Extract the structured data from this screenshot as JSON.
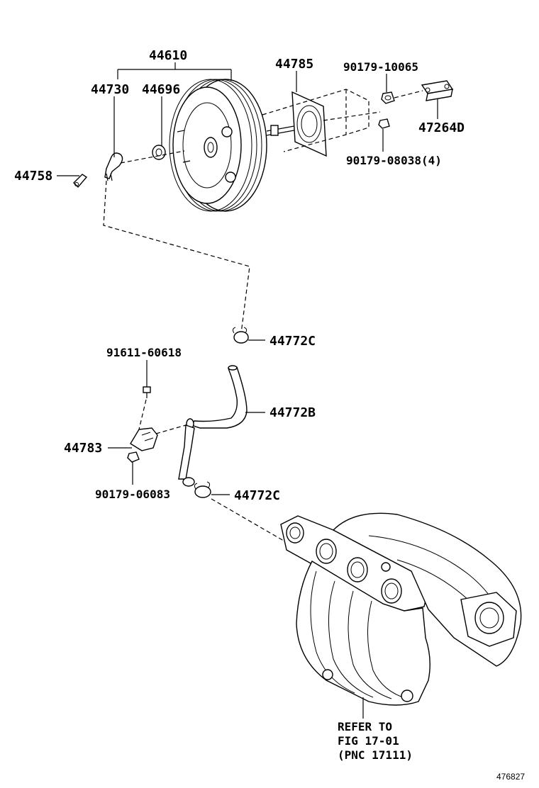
{
  "labels": {
    "p44610": "44610",
    "p44730": "44730",
    "p44696": "44696",
    "p44785": "44785",
    "p90179_10065": "90179-10065",
    "p47264D": "47264D",
    "p90179_08038": "90179-08038(4)",
    "p44758": "44758",
    "p44772C_top": "44772C",
    "p91611_60618": "91611-60618",
    "p44772B": "44772B",
    "p44783": "44783",
    "p90179_06083": "90179-06083",
    "p44772C_bottom": "44772C",
    "refer_line1": "REFER TO",
    "refer_line2": "FIG 17-01",
    "refer_line3": "(PNC 17111)"
  },
  "illustration_id": "476827"
}
